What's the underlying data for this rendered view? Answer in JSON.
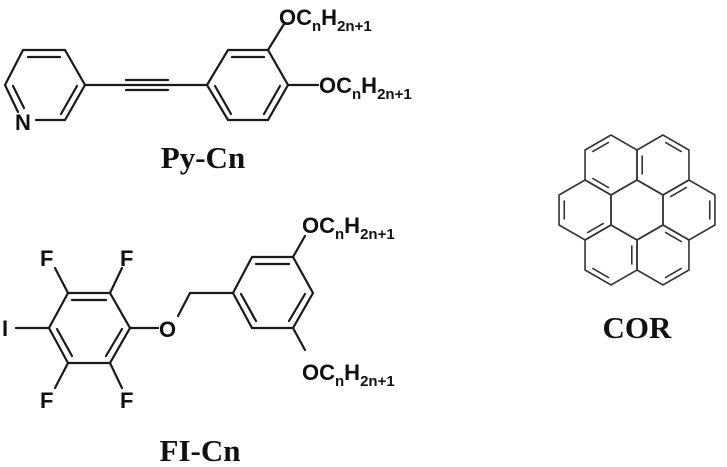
{
  "molecules": {
    "py": {
      "label": "Py-Cn",
      "n_atom": "N",
      "sub1": {
        "a": "OC",
        "b": "n",
        "c": "H",
        "d": "2n+1"
      },
      "sub2": {
        "a": "OC",
        "b": "n",
        "c": "H",
        "d": "2n+1"
      }
    },
    "fi": {
      "label": "FI-Cn",
      "f1": "F",
      "f2": "F",
      "f3": "F",
      "f4": "F",
      "i_atom": "I",
      "o_atom": "O",
      "sub1": {
        "a": "OC",
        "b": "n",
        "c": "H",
        "d": "2n+1"
      },
      "sub2": {
        "a": "OC",
        "b": "n",
        "c": "H",
        "d": "2n+1"
      }
    },
    "cor": {
      "label": "COR"
    }
  }
}
